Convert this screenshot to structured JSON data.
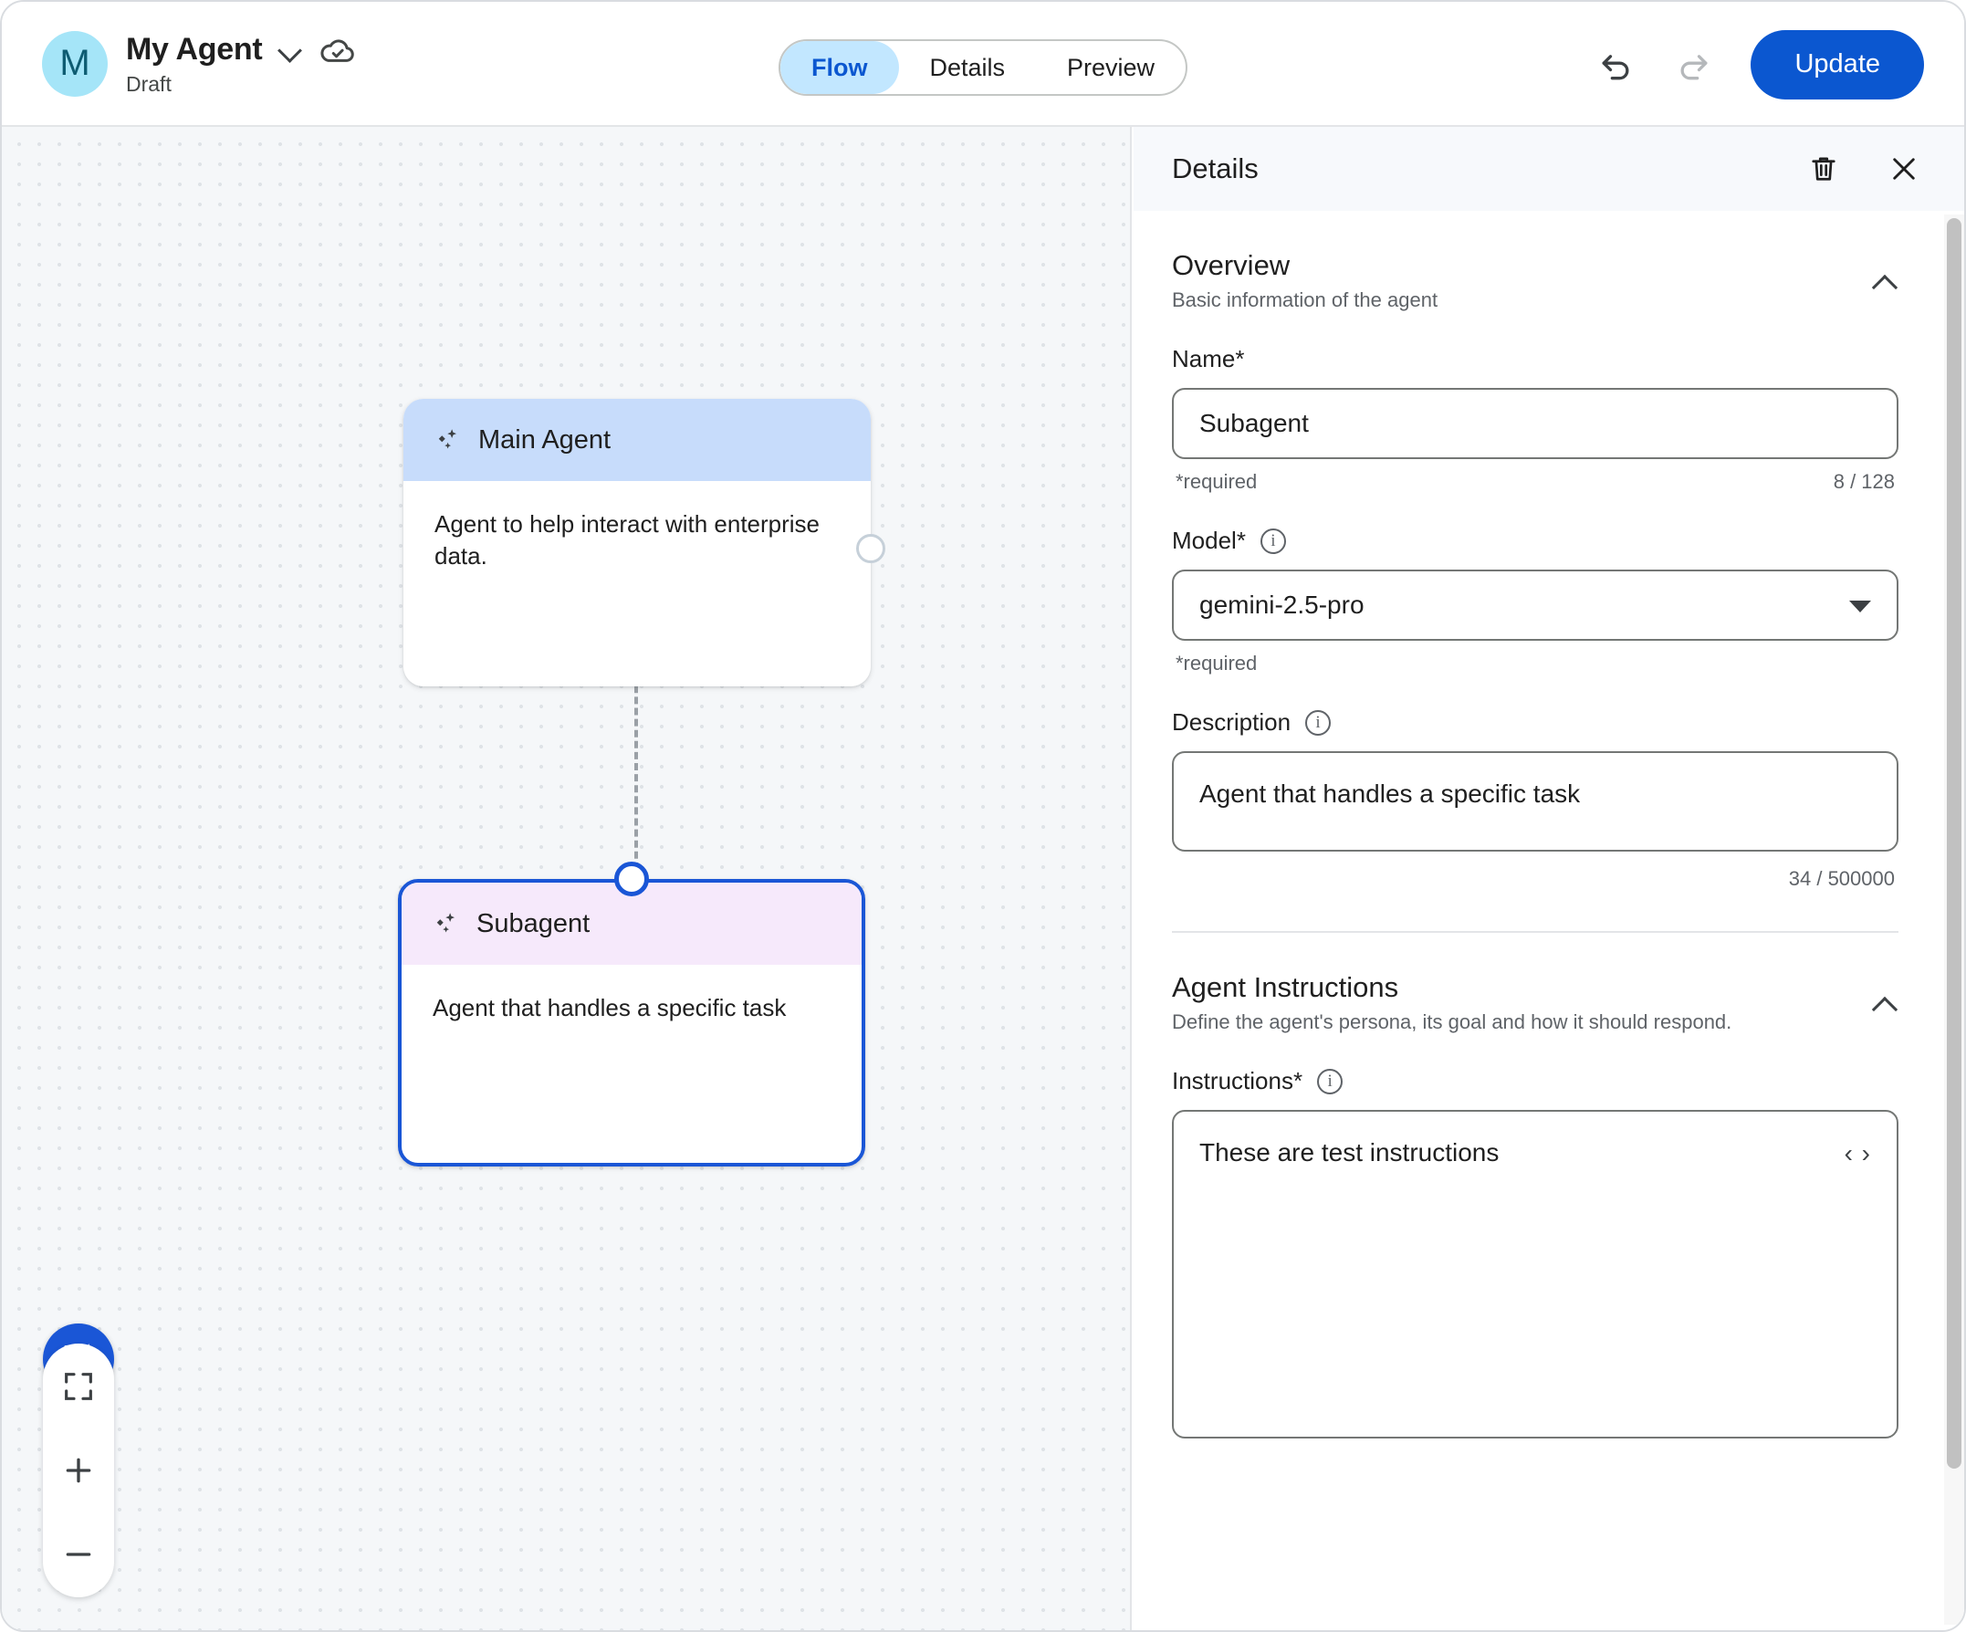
{
  "topbar": {
    "avatar_letter": "M",
    "agent_title": "My Agent",
    "agent_subtitle": "Draft",
    "chevron_icon": "chevron-down-icon",
    "save_status_icon": "cloud-done-icon",
    "tabs": [
      {
        "label": "Flow",
        "active": true
      },
      {
        "label": "Details",
        "active": false
      },
      {
        "label": "Preview",
        "active": false
      }
    ],
    "undo_icon": "undo-icon",
    "redo_icon": "redo-icon",
    "update_label": "Update",
    "accent_color": "#0b57d0",
    "active_tab_bg": "#c2e7ff",
    "active_tab_color": "#0b57d0"
  },
  "canvas": {
    "nodes": [
      {
        "id": "main",
        "title": "Main Agent",
        "description": "Agent to help interact with enterprise data.",
        "header_color": "#c7dcfb",
        "selected": false,
        "icon": "sparkle-icon"
      },
      {
        "id": "subagent",
        "title": "Subagent",
        "description": "Agent that handles a specific task",
        "header_color": "#f6e9fb",
        "selected": true,
        "icon": "sparkle-icon"
      }
    ],
    "controls": {
      "chat_icon": "chat-sparkle-icon",
      "fit_icon": "fit-screen-icon",
      "zoom_in_icon": "plus-icon",
      "zoom_out_icon": "minus-icon"
    }
  },
  "panel": {
    "title": "Details",
    "delete_icon": "trash-icon",
    "close_icon": "close-icon",
    "sections": [
      {
        "title": "Overview",
        "subtitle": "Basic information of the agent",
        "collapse_icon": "chevron-up-icon"
      },
      {
        "title": "Agent Instructions",
        "subtitle": "Define the agent's persona, its goal and how it should respond.",
        "collapse_icon": "chevron-up-icon"
      }
    ],
    "fields": {
      "name": {
        "label": "Name*",
        "value": "Subagent",
        "required_note": "*required",
        "counter": "8 / 128"
      },
      "model": {
        "label": "Model*",
        "info_icon": "info-icon",
        "value": "gemini-2.5-pro",
        "required_note": "*required",
        "dropdown_icon": "dropdown-arrow-icon"
      },
      "description": {
        "label": "Description",
        "info_icon": "info-icon",
        "value": "Agent that handles a specific task",
        "counter": "34 / 500000"
      },
      "instructions": {
        "label": "Instructions*",
        "info_icon": "info-icon",
        "value": "These are test instructions",
        "code_toggle": "‹ ›"
      }
    }
  }
}
